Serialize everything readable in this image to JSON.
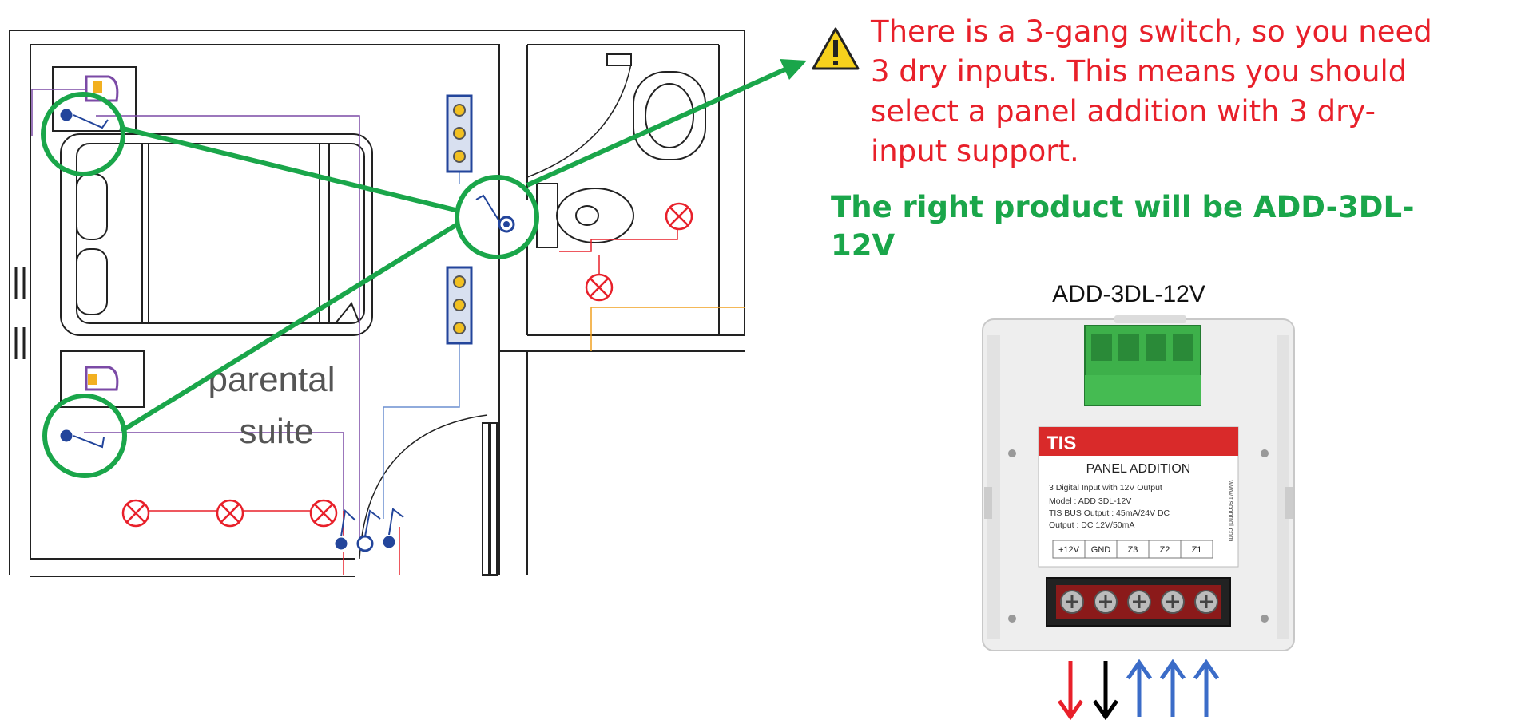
{
  "floorplan": {
    "room_label_line1": "parental",
    "room_label_line2": "suite"
  },
  "callout": {
    "warning_lines": [
      "There is a 3-gang switch, so you need",
      "3 dry inputs. This means you should",
      "select a panel addition with 3 dry-",
      "input support."
    ],
    "answer_lines": [
      "The right product will be ADD-3DL-",
      "12V"
    ]
  },
  "product": {
    "caption": "ADD-3DL-12V",
    "brand": "TIS",
    "label_title": "PANEL ADDITION",
    "spec_lines": [
      "3 Digital Input with 12V Output",
      "Model : ADD 3DL-12V",
      "TIS BUS Output : 45mA/24V DC",
      "Output : DC 12V/50mA"
    ],
    "website": "www.tiscontrol.com",
    "terminals": [
      "+12V",
      "GND",
      "Z3",
      "Z2",
      "Z1"
    ]
  },
  "arrows": [
    {
      "direction": "down",
      "color": "#e8202a"
    },
    {
      "direction": "down",
      "color": "#000000"
    },
    {
      "direction": "up",
      "color": "#3b6cc8"
    },
    {
      "direction": "up",
      "color": "#3b6cc8"
    },
    {
      "direction": "up",
      "color": "#3b6cc8"
    }
  ],
  "colors": {
    "wall": "#222222",
    "highlight": "#1aa64a",
    "warning_text": "#e8202a",
    "answer_text": "#1aa64a",
    "wire_red": "#e8202a",
    "wire_purple": "#7b4aa6",
    "wire_blue": "#6b8fd0",
    "switch_blue": "#23459b",
    "lamp_red": "#e8202a",
    "terminal_green": "#3db04a"
  }
}
